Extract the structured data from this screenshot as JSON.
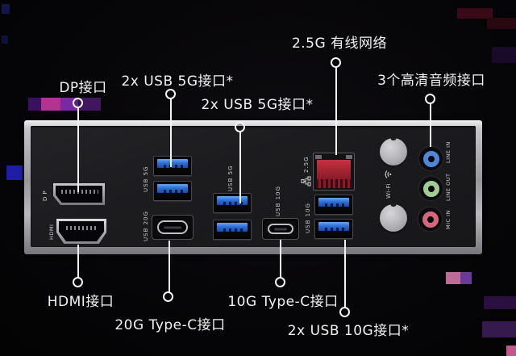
{
  "callouts": {
    "dp": {
      "label": "DP接口"
    },
    "usb5g_left": {
      "label": "2x USB 5G接口*"
    },
    "usb5g_mid": {
      "label": "2x USB 5G接口*"
    },
    "lan": {
      "label": "2.5G 有线网络"
    },
    "audio": {
      "label": "3个高清音频接口"
    },
    "hdmi": {
      "label": "HDMI接口"
    },
    "usb20g": {
      "label": "20G Type-C接口"
    },
    "usb10g_typec": {
      "label": "10G Type-C接口"
    },
    "usb10g": {
      "label": "2x USB 10G接口*"
    }
  },
  "panel_silkscreen": {
    "dp": "DP",
    "hdmi": "HDMI",
    "usb5g_left": "USB 5G",
    "usb20g": "USB 20G",
    "usb5g_mid": "USB 5G",
    "usb10g_typec": "USB 10G",
    "usb10g_typea": "USB 10G",
    "lan": "2.5G",
    "wifi": "Wi-Fi",
    "line_in": "LINE IN",
    "line_out": "LINE OUT",
    "mic_in": "MIC IN"
  },
  "colors": {
    "usb_blue": "#2e6fd6",
    "lan_red": "#a32433",
    "line_in_blue": "#4f86d8",
    "line_out_green": "#a2cc96",
    "mic_in_pink": "#d26880",
    "callout_white": "#f2f2f2",
    "panel_black": "#1c1c1f",
    "trim_silver": "#b9b9bd"
  }
}
